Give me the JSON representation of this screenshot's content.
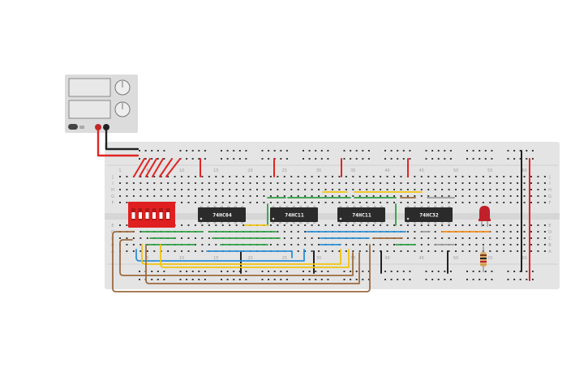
{
  "canvas": {
    "background": "#ffffff"
  },
  "power_supply": {
    "name": "dc-power-supply",
    "body_color": "#dcdcdc",
    "display_color": "#e8e8e8",
    "knob_color": "#eeeeee",
    "terminal_positive_color": "#c0282a",
    "terminal_negative_color": "#222222"
  },
  "breadboard": {
    "body_color": "#e4e4e4",
    "hole_color": "#3a3a3a",
    "column_numbers": [
      "1",
      "5",
      "10",
      "15",
      "20",
      "25",
      "30",
      "35",
      "40",
      "45",
      "50",
      "55",
      "60"
    ],
    "row_letters_top": [
      "J",
      "I",
      "H",
      "G",
      "F"
    ],
    "row_letters_bottom": [
      "E",
      "D",
      "C",
      "B",
      "A"
    ]
  },
  "components": {
    "dip_switch": {
      "name": "dip-switch",
      "positions": 6,
      "color": "#e02020"
    },
    "chips": [
      {
        "name": "chip-74hc04",
        "label": "74HC04"
      },
      {
        "name": "chip-74hc11-a",
        "label": "74HC11"
      },
      {
        "name": "chip-74hc11-b",
        "label": "74HC11"
      },
      {
        "name": "chip-74hc32",
        "label": "74HC32"
      }
    ],
    "led": {
      "name": "red-led",
      "color": "#c0202a"
    },
    "resistor": {
      "name": "resistor",
      "body_color": "#d9a86a"
    }
  },
  "wire_colors": {
    "red": "#e02424",
    "black": "#222222",
    "green": "#2ea043",
    "yellow": "#f2c40f",
    "blue": "#2a8fd6",
    "brown": "#9c6b3f",
    "orange": "#f08a1c",
    "gray": "#9a9a9a"
  }
}
